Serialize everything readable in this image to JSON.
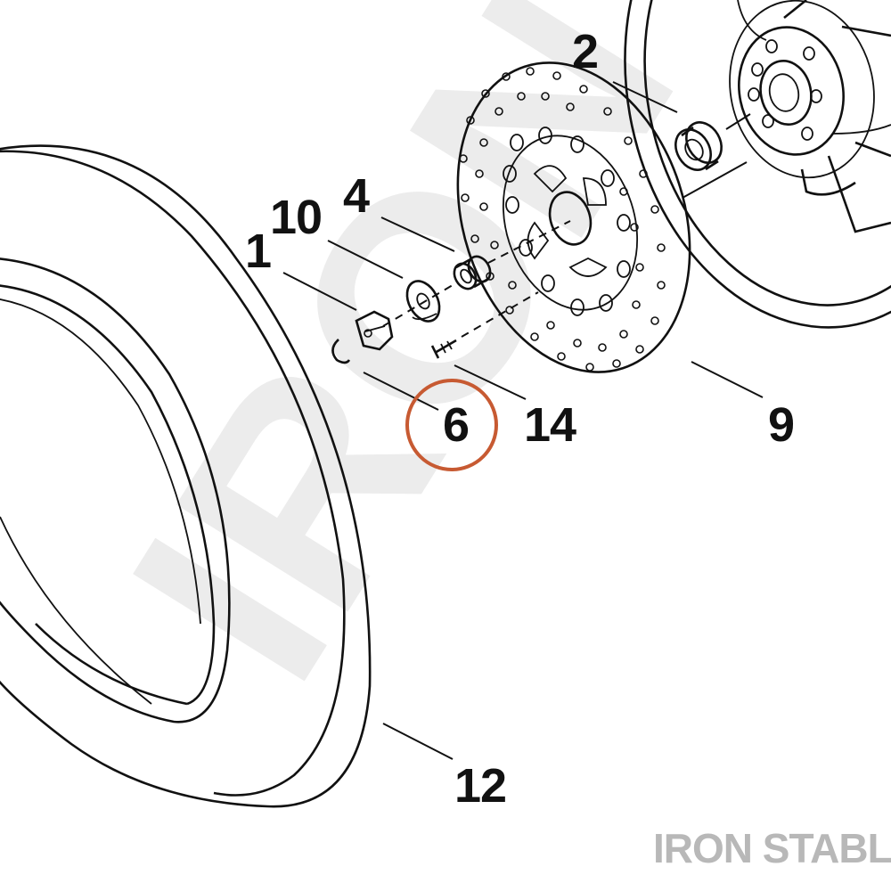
{
  "watermark": {
    "text": "IRON",
    "color": "#ececec"
  },
  "brand": {
    "text": "IRON STABLE",
    "color": "#b8b8b8"
  },
  "highlight": {
    "item": "6",
    "color": "#c75a32"
  },
  "callouts": {
    "c1": "1",
    "c2": "2",
    "c4": "4",
    "c6": "6",
    "c9": "9",
    "c10": "10",
    "c12": "12",
    "c14": "14"
  }
}
